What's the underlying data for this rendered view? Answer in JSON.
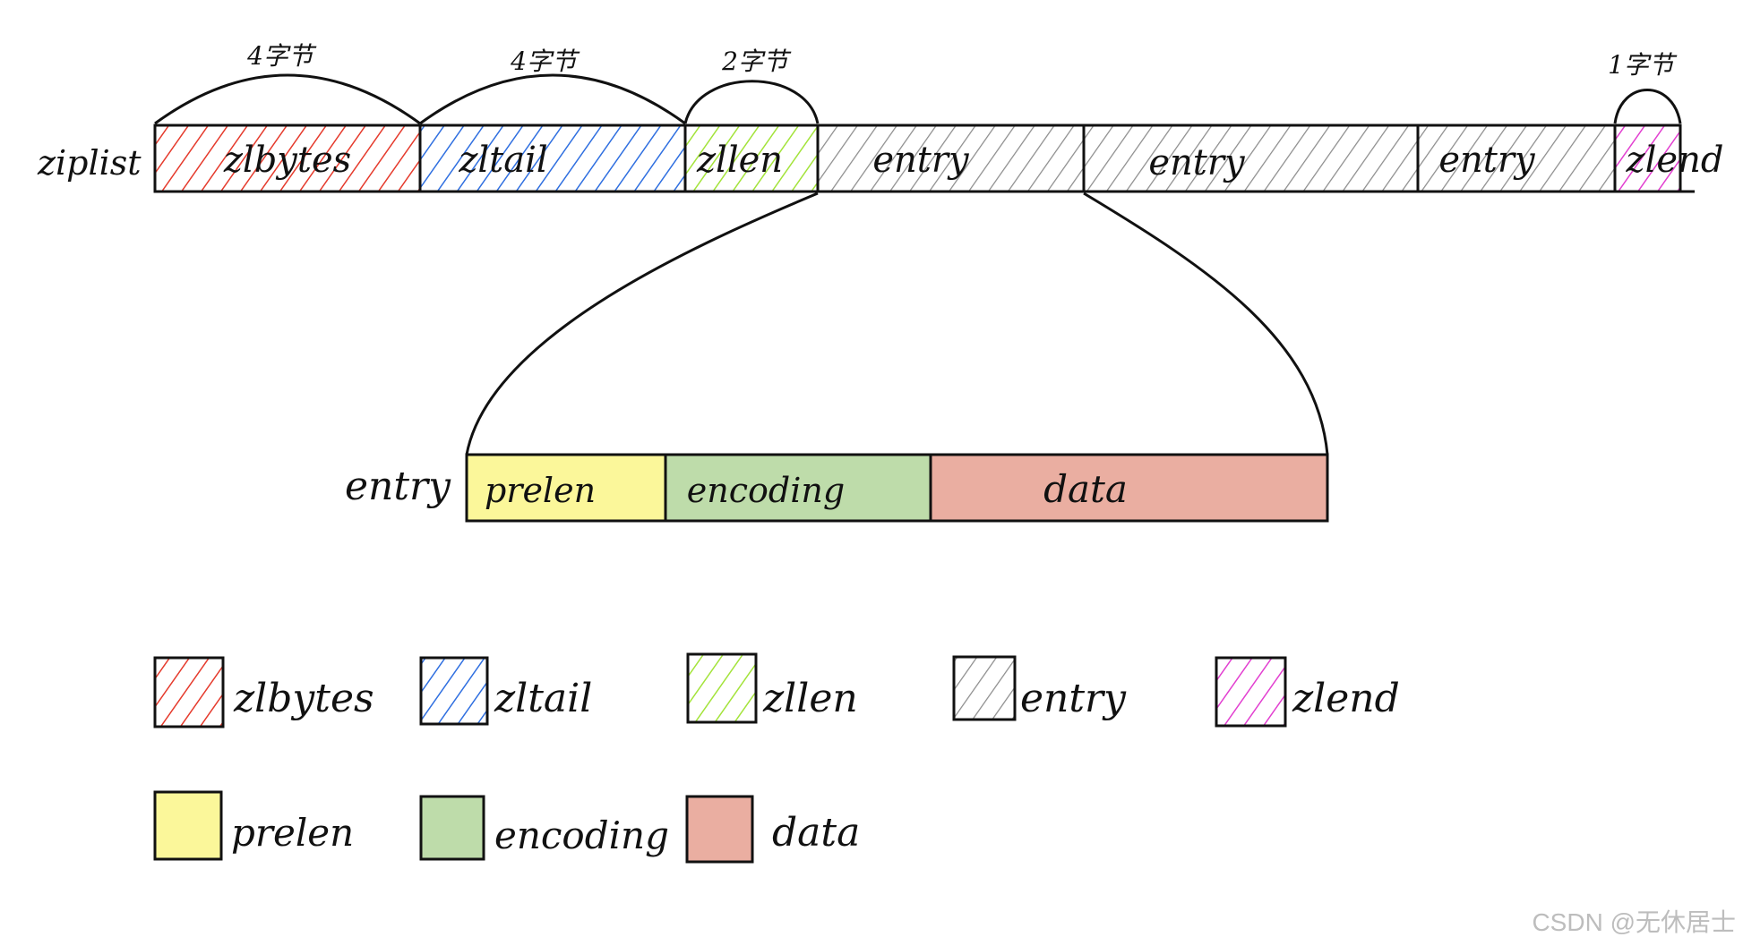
{
  "ziplist_label": "ziplist",
  "entry_label": "entry",
  "ziplist_segments": [
    {
      "label": "zlbytes",
      "color": "#e53a2c",
      "size_label": "4字节"
    },
    {
      "label": "zltail",
      "color": "#2f6fe0",
      "size_label": "4字节"
    },
    {
      "label": "zllen",
      "color": "#a3e33a",
      "size_label": "2字节"
    },
    {
      "label": "entry",
      "color": "#8c8c8c",
      "size_label": ""
    },
    {
      "label": "entry",
      "color": "#8c8c8c",
      "size_label": ""
    },
    {
      "label": "entry",
      "color": "#8c8c8c",
      "size_label": ""
    },
    {
      "label": "zlend",
      "color": "#e23fd0",
      "size_label": "1字节"
    }
  ],
  "entry_segments": [
    {
      "label": "prelen",
      "color": "#fbf79a"
    },
    {
      "label": "encoding",
      "color": "#bedcaa"
    },
    {
      "label": "data",
      "color": "#eaaea1"
    }
  ],
  "legend_hatched": [
    {
      "label": "zlbytes",
      "color": "#e53a2c"
    },
    {
      "label": "zltail",
      "color": "#2f6fe0"
    },
    {
      "label": "zllen",
      "color": "#a3e33a"
    },
    {
      "label": "entry",
      "color": "#8c8c8c"
    },
    {
      "label": "zlend",
      "color": "#e23fd0"
    }
  ],
  "legend_solid": [
    {
      "label": "prelen",
      "color": "#fbf79a"
    },
    {
      "label": "encoding",
      "color": "#bedcaa"
    },
    {
      "label": "data",
      "color": "#eaaea1"
    }
  ],
  "watermark": "CSDN @无休居士"
}
